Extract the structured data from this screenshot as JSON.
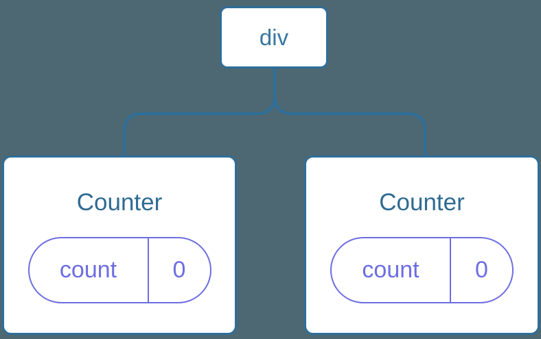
{
  "diagram": {
    "root": {
      "label": "div"
    },
    "children": [
      {
        "title": "Counter",
        "state": {
          "key": "count",
          "value": "0"
        }
      },
      {
        "title": "Counter",
        "state": {
          "key": "count",
          "value": "0"
        }
      }
    ]
  },
  "colors": {
    "background": "#4d6872",
    "card_bg": "#ffffff",
    "node_border": "#2f6e99",
    "node_text": "#3a76a0",
    "component_title": "#2f6b92",
    "state_accent": "#6d6de2"
  }
}
